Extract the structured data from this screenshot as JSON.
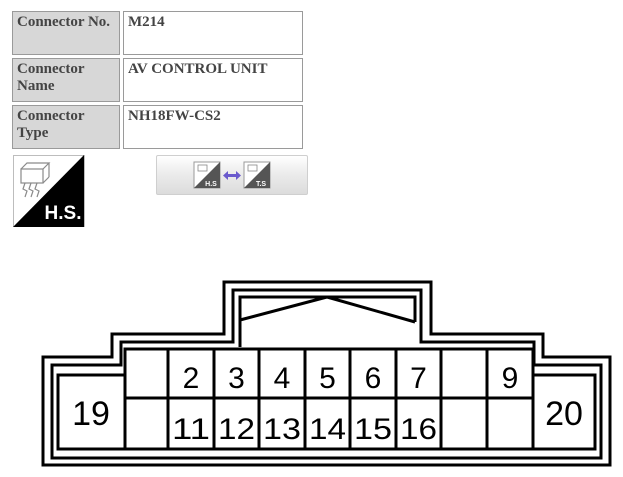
{
  "connector_info": {
    "rows": [
      {
        "label": "Connector No.",
        "value": "M214"
      },
      {
        "label": "Connector Name",
        "value": "AV CONTROL UNIT"
      },
      {
        "label": "Connector Type",
        "value": "NH18FW-CS2"
      }
    ]
  },
  "badge": {
    "text": "H.S.",
    "icon": "connector-harness-side-icon"
  },
  "view_toggle": {
    "left_text": "H.S",
    "right_text": "T.S",
    "icon": "swap-arrows-icon"
  },
  "connector": {
    "top_pins": [
      "2",
      "3",
      "4",
      "5",
      "6",
      "7",
      "9"
    ],
    "bottom_pins": [
      "11",
      "12",
      "13",
      "14",
      "15",
      "16"
    ],
    "left_pin": "19",
    "right_pin": "20"
  },
  "colors": {
    "label_bg": "#d7d7d7",
    "border": "#9a9a9a",
    "text": "#444444",
    "accent": "#6a5acd"
  }
}
